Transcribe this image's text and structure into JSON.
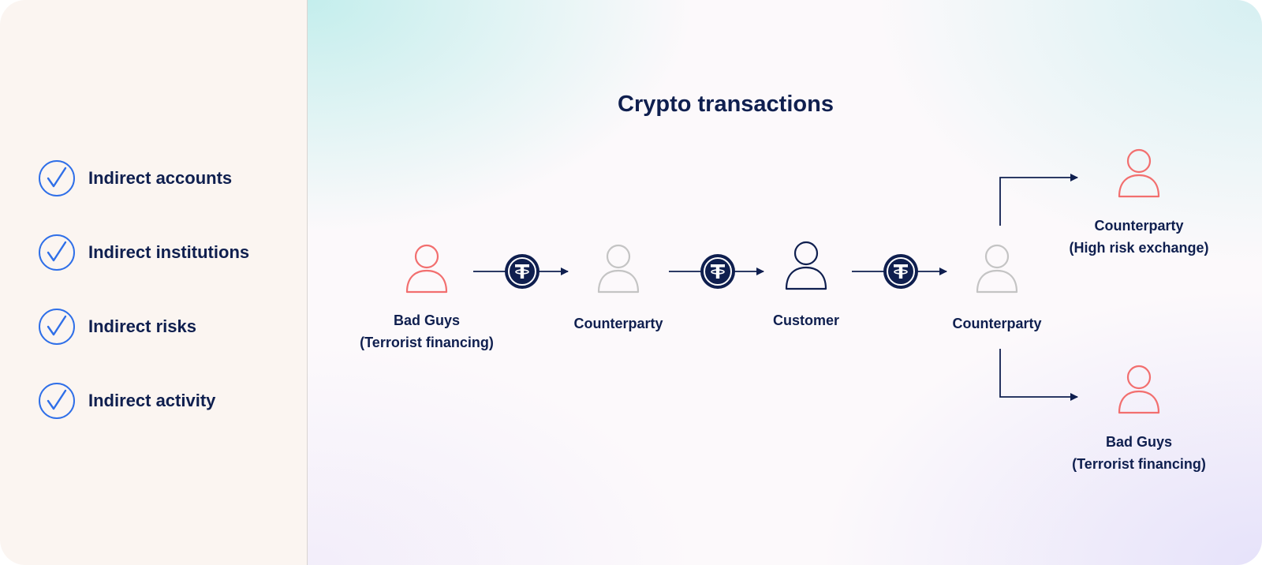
{
  "checklist": {
    "items": [
      {
        "label": "Indirect accounts"
      },
      {
        "label": "Indirect institutions"
      },
      {
        "label": "Indirect risks"
      },
      {
        "label": "Indirect activity"
      }
    ]
  },
  "diagram": {
    "title": "Crypto transactions",
    "nodes": {
      "bad_guys_source": {
        "line1": "Bad Guys",
        "line2": "(Terrorist financing)"
      },
      "counterparty_1": {
        "line1": "Counterparty"
      },
      "customer": {
        "line1": "Customer"
      },
      "counterparty_2": {
        "line1": "Counterparty"
      },
      "counterparty_high_risk": {
        "line1": "Counterparty",
        "line2": "(High risk exchange)"
      },
      "bad_guys_target": {
        "line1": "Bad Guys",
        "line2": "(Terrorist financing)"
      }
    },
    "token_icon": "tether-coin-icon"
  },
  "colors": {
    "navy": "#0f1f4f",
    "risk_red": "#f26f6f",
    "neutral_gray": "#c4c4c4",
    "check_blue": "#2f6fe8"
  }
}
